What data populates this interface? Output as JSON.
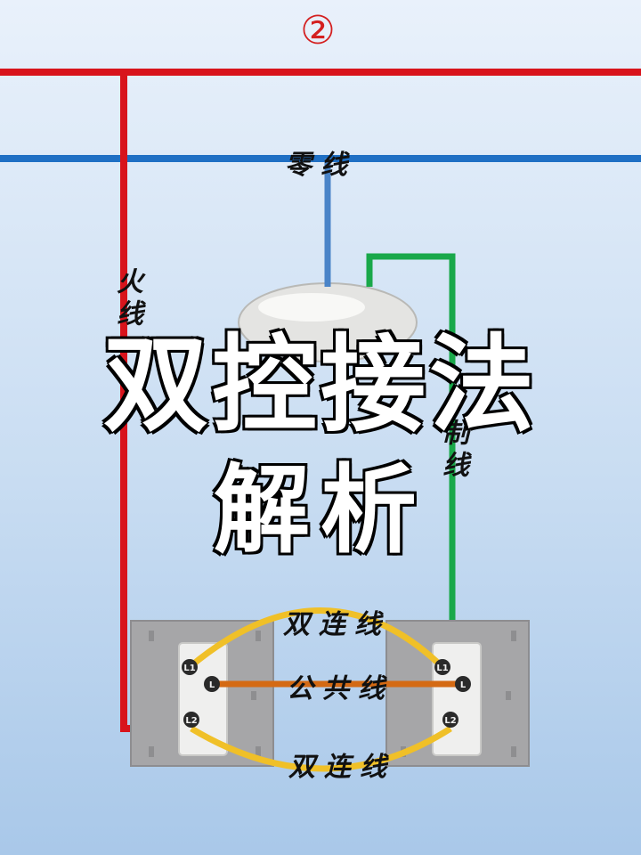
{
  "step_badge": "②",
  "labels": {
    "neutral": "零线",
    "live": "火线",
    "control": "制线",
    "double_link_top": "双连线",
    "common": "公共线",
    "double_link_bottom": "双连线"
  },
  "title": {
    "line1": "双控接法",
    "line2": "解析"
  },
  "switches": {
    "left": {
      "terminals": [
        "L1",
        "L",
        "L2"
      ]
    },
    "right": {
      "terminals": [
        "L1",
        "L",
        "L2"
      ]
    }
  },
  "colors": {
    "live_wire": "#d8141c",
    "neutral_wire": "#1f6fc4",
    "control_wire": "#19a84a",
    "double_link_wire": "#f0c028",
    "common_wire": "#d46a14",
    "switch_plate": "#a6a6a8"
  }
}
